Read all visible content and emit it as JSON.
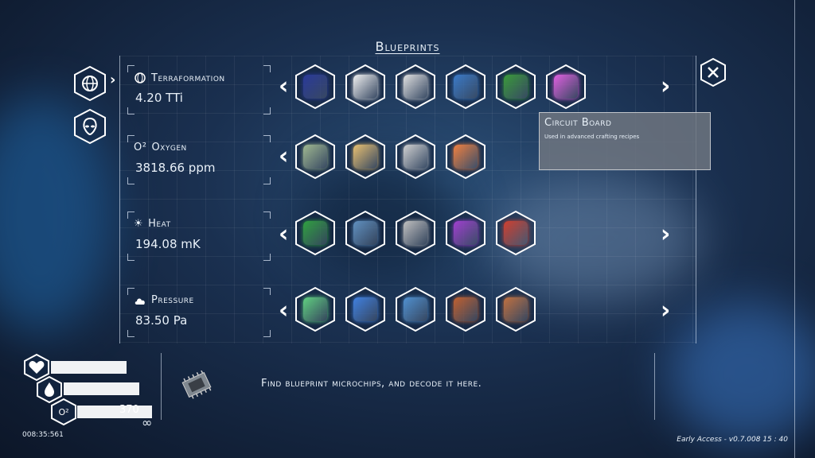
{
  "title": "Blueprints",
  "side_buttons": [
    {
      "name": "globe-icon"
    },
    {
      "name": "alien-icon"
    }
  ],
  "stats": [
    {
      "label": "Terraformation",
      "value": "4.20 TTi",
      "icon": "terraform-icon"
    },
    {
      "label": "Oxygen",
      "value": "3818.66 ppm",
      "icon": "oxygen-icon",
      "prefix": "O²"
    },
    {
      "label": "Heat",
      "value": "194.08 mK",
      "icon": "sun-icon"
    },
    {
      "label": "Pressure",
      "value": "83.50 Pa",
      "icon": "cloud-icon"
    }
  ],
  "rows": [
    {
      "items": [
        "blue-rod-item",
        "capsule-item",
        "drill-item",
        "screen-machine-item",
        "circuit-board-item",
        "pink-crystal-item"
      ],
      "colors": [
        "#2a3a9a",
        "#f0f0f0",
        "#e0e0e0",
        "#3a7ac8",
        "#3a9a3a",
        "#e060e0"
      ]
    },
    {
      "items": [
        "oxygen-vegetube-item",
        "oxygen-tanks-item",
        "tall-pipe-item",
        "ceiling-pod-item"
      ],
      "colors": [
        "#a0b890",
        "#e8c070",
        "#d0d0d0",
        "#f08040"
      ]
    },
    {
      "items": [
        "heater-item",
        "dome-item",
        "tripod-item",
        "purple-heater-item",
        "red-disc-item"
      ],
      "colors": [
        "#30a040",
        "#6090c0",
        "#c0c0c0",
        "#a040d0",
        "#d04030"
      ]
    },
    {
      "items": [
        "pressure-tank-item",
        "pressure-cylinder-item",
        "pressure-cylinders-item",
        "truss-tower-item",
        "rig-tower-item"
      ],
      "colors": [
        "#60d080",
        "#4080e0",
        "#5090d0",
        "#c06030",
        "#c07040"
      ]
    }
  ],
  "tooltip": {
    "title": "Circuit Board",
    "description": "Used in advanced crafting recipes"
  },
  "hint": "Find blueprint microchips, and decode it here.",
  "vitals": {
    "oxygen_label": "O²",
    "oxygen_value": "370",
    "infinity": "∞"
  },
  "timer": "008:35:561",
  "version": "Early Access - v0.7.008 15 : 40",
  "colors": {
    "accent": "#ffffff",
    "panel": "#1a3050"
  }
}
